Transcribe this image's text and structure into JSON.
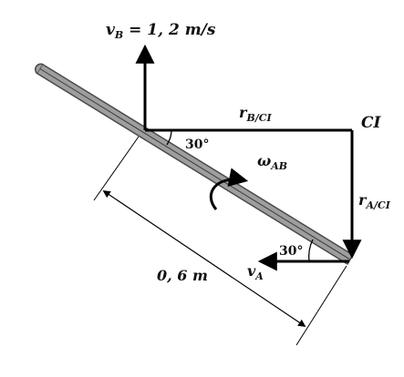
{
  "diagram": {
    "labels": {
      "vB_main": "v",
      "vB_sub": "B",
      "vB_value": " = 1, 2 m/s",
      "rBCI_main": "r",
      "rBCI_sub": "B/CI",
      "CI": "CI",
      "rACI_main": "r",
      "rACI_sub": "A/CI",
      "omega_main": "ω",
      "omega_sub": "AB",
      "angle_B": "30°",
      "angle_A": "30°",
      "vA_main": "v",
      "vA_sub": "A",
      "length": "0, 6 m"
    },
    "colors": {
      "rod_fill": "#9e9e9e",
      "rod_stroke": "#555555",
      "arrow": "#000000",
      "line": "#000000"
    }
  }
}
